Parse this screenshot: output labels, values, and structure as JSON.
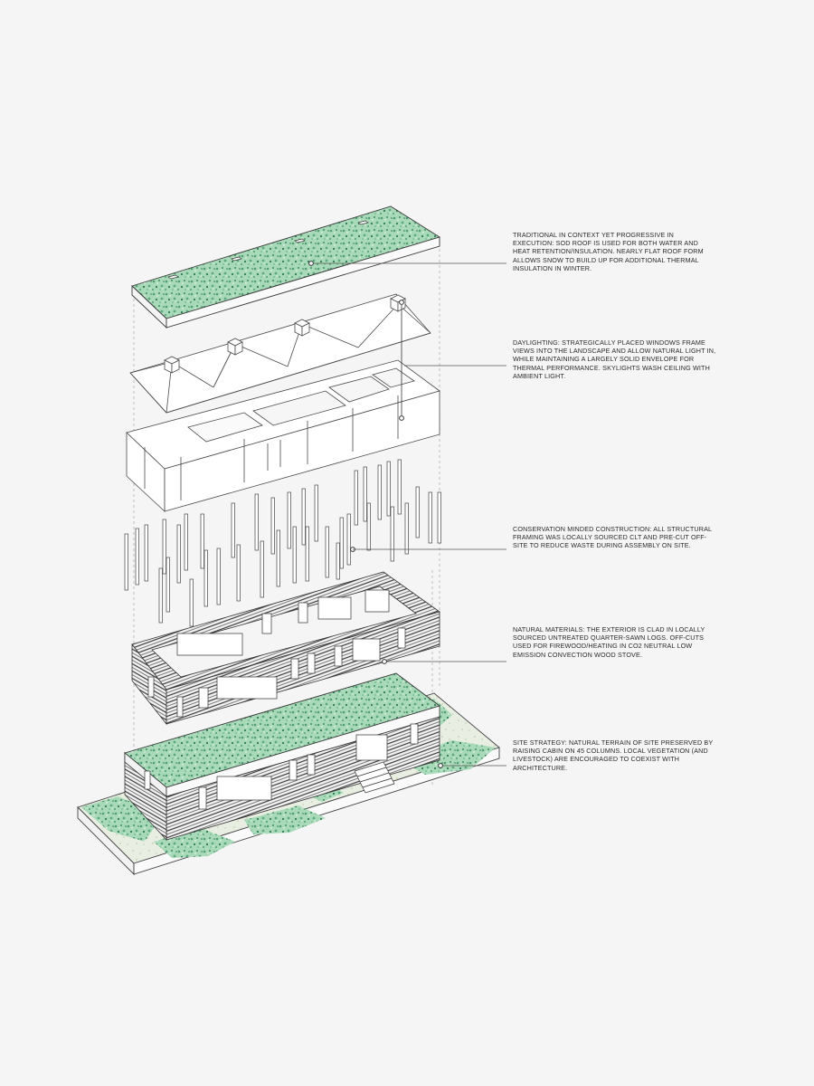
{
  "annotations": {
    "roof": "TRADITIONAL IN CONTEXT YET PROGRESSIVE IN EXECUTION: SOD ROOF IS USED FOR BOTH WATER AND HEAT RETENTION/INSULATION. NEARLY FLAT ROOF FORM ALLOWS SNOW TO BUILD UP FOR ADDITIONAL THERMAL INSULATION IN WINTER.",
    "daylighting": "DAYLIGHTING: STRATEGICALLY PLACED WINDOWS FRAME VIEWS INTO THE LANDSCAPE AND ALLOW NATURAL LIGHT IN, WHILE MAINTAINING A LARGELY SOLID ENVELOPE FOR THERMAL PERFORMANCE. SKYLIGHTS WASH CEILING WITH AMBIENT LIGHT.",
    "structure": "CONSERVATION MINDED CONSTRUCTION: ALL STRUCTURAL FRAMING WAS LOCALLY SOURCED CLT AND PRE-CUT OFF-SITE TO REDUCE WASTE DURING ASSEMBLY ON SITE.",
    "materials": "NATURAL MATERIALS: THE EXTERIOR IS CLAD IN LOCALLY SOURCED UNTREATED QUARTER-SAWN LOGS. OFF-CUTS USED FOR FIREWOOD/HEATING IN CO2 NEUTRAL LOW EMISSION CONVECTION WOOD STOVE.",
    "site": "SITE STRATEGY: NATURAL TERRAIN OF SITE PRESERVED BY RAISING CABIN ON 45 COLUMNS. LOCAL VEGETATION (AND LIVESTOCK) ARE ENCOURAGED TO COEXIST WITH ARCHITECTURE."
  },
  "colors": {
    "background": "#f5f5f5",
    "sod_green": "#7cc49a",
    "sod_dark": "#4f9e72",
    "line": "#3a3a3a",
    "leader": "#555555"
  }
}
